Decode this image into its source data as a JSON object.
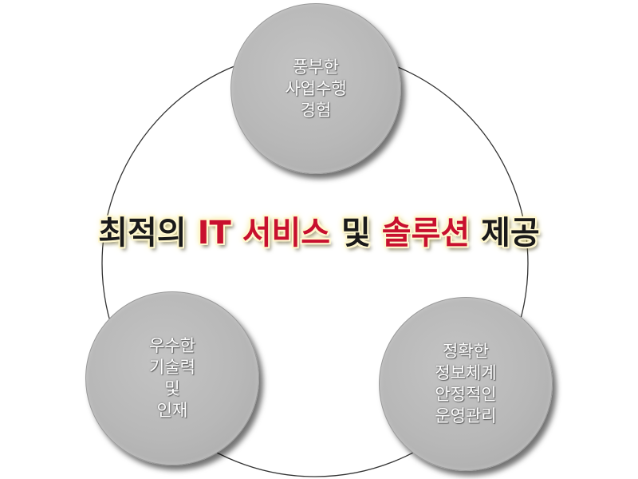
{
  "headline": {
    "part1": "최적의",
    "part2": "IT 서비스",
    "part3": "및",
    "part4": "솔루션",
    "part5": "제공"
  },
  "nodes": {
    "top": {
      "lines": [
        "풍부한",
        "사업수행",
        "경험"
      ]
    },
    "left": {
      "lines": [
        "우수한",
        "기술력",
        "및",
        "인재"
      ]
    },
    "right": {
      "lines": [
        "정확한",
        "정보체계",
        "안정적인",
        "운영관리"
      ]
    }
  },
  "colors": {
    "headline_text": "#1a1a1a",
    "headline_accent": "#c8102e",
    "headline_glow": "#f0e06a",
    "node_fill": "#b8b8b8",
    "node_text": "#ffffff",
    "ring": "#333333"
  }
}
